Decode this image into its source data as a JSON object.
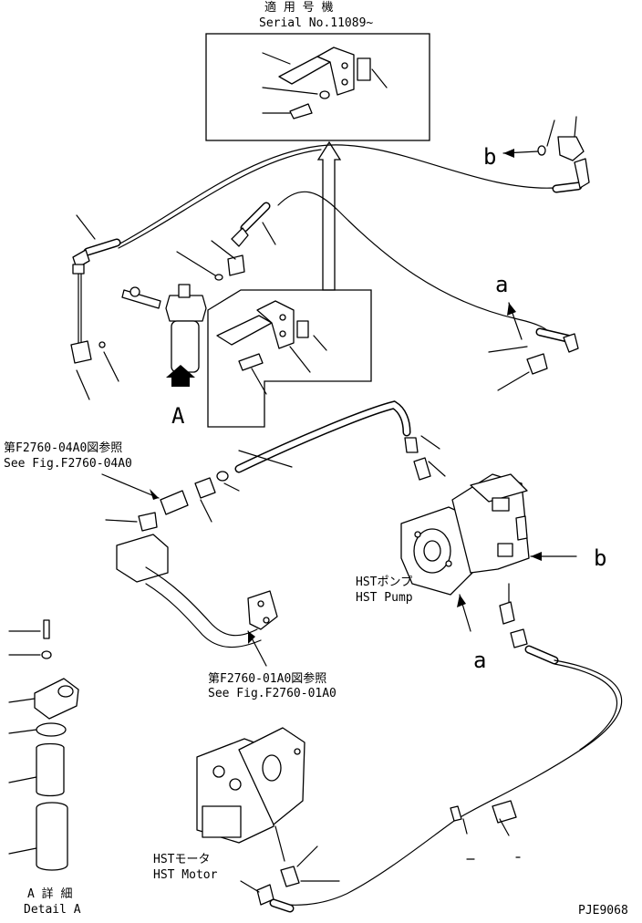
{
  "inset_top": {
    "title_jp": "適 用 号 機",
    "serial": "Serial No.11089~"
  },
  "view_a": {
    "letter": "A"
  },
  "refs": {
    "ref1_jp": "第F2760-04A0図参照",
    "ref1_en": "See Fig.F2760-04A0",
    "ref2_jp": "第F2760-01A0図参照",
    "ref2_en": "See Fig.F2760-01A0"
  },
  "components": {
    "pump_jp": "HSTポンプ",
    "pump_en": "HST Pump",
    "motor_jp": "HSTモータ",
    "motor_en": "HST Motor"
  },
  "detail": {
    "jp": "A 詳 細",
    "en": "Detail A"
  },
  "callouts": {
    "a_upper": "a",
    "a_lower": "a",
    "b_upper": "b",
    "b_right": "b"
  },
  "drawing_number": "PJE9068",
  "colors": {
    "line": "#000000",
    "paper": "#ffffff"
  }
}
